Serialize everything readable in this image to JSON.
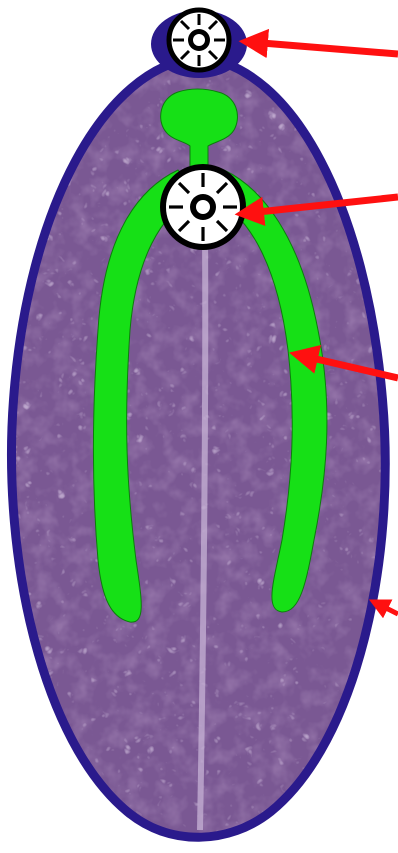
{
  "diagram": {
    "subject": "fluke-body-schematic",
    "labels": [],
    "colors": {
      "tegument_outline": "#2a1a8c",
      "parenchyma_base": "#6e4a86",
      "parenchyma_dark": "#4a2c63",
      "parenchyma_light": "#b59ac8",
      "digestive_tract": "#16e016",
      "sucker_fill": "#ffffff",
      "sucker_outline": "#000000",
      "arrow": "#ff1010"
    },
    "pointers": [
      {
        "name": "oral-sucker-pointer"
      },
      {
        "name": "ventral-sucker-pointer"
      },
      {
        "name": "intestinal-cecum-pointer"
      },
      {
        "name": "tegument-pointer"
      }
    ]
  }
}
